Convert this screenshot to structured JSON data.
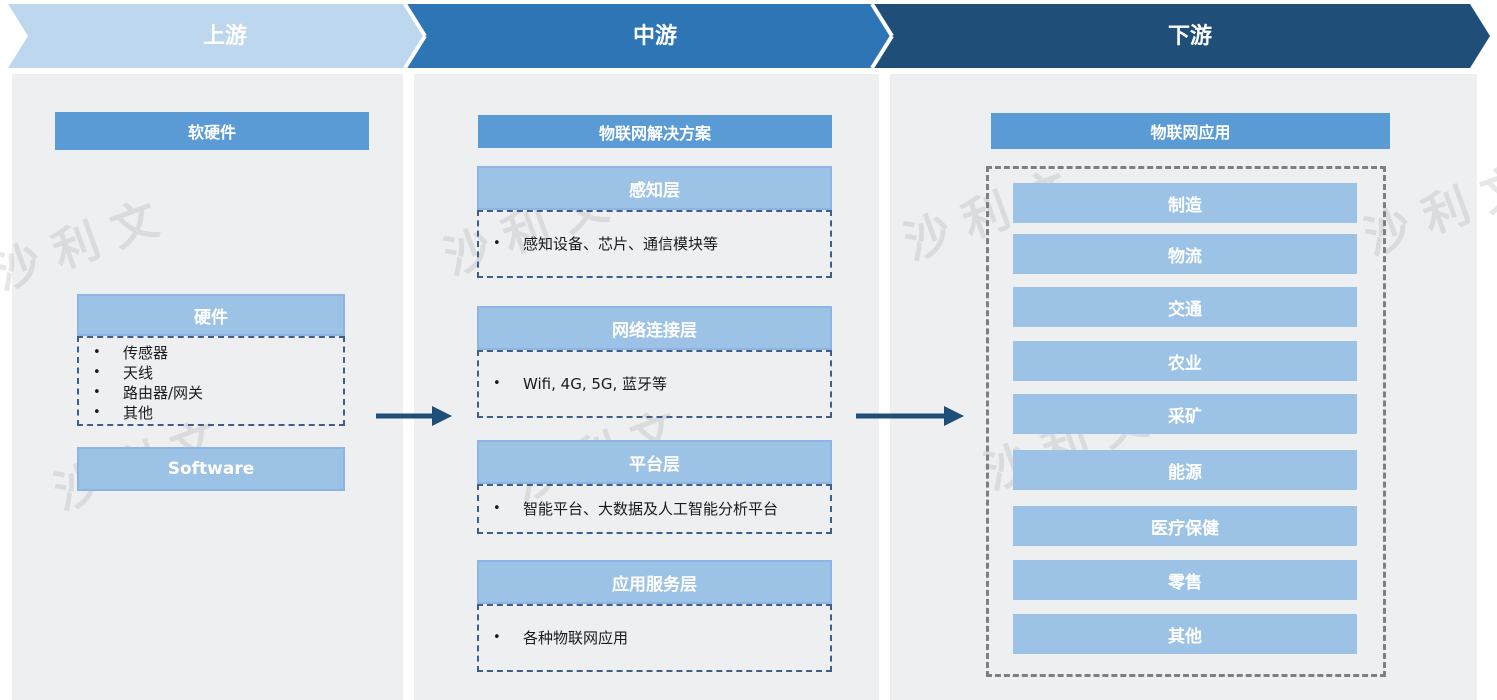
{
  "stages": {
    "upstream": "上游",
    "midstream": "中游",
    "downstream": "下游"
  },
  "colors": {
    "upstream_chevron": "#bdd7ee",
    "midstream_chevron": "#2e75b6",
    "downstream_chevron": "#1f4e79",
    "header_bar": "#5b9bd5",
    "sub_header": "#9cc2e5",
    "panel_bg": "#eeeff1",
    "dash_border": "#3f5f8a",
    "arrow": "#1f4e79"
  },
  "upstream": {
    "title": "软硬件",
    "hardware": {
      "title": "硬件",
      "items": [
        "传感器",
        "天线",
        "路由器/网关",
        "其他"
      ]
    },
    "software": "Software"
  },
  "midstream": {
    "title": "物联网解决方案",
    "layers": [
      {
        "title": "感知层",
        "item": "感知设备、芯片、通信模块等"
      },
      {
        "title": "网络连接层",
        "item": "Wifi, 4G, 5G, 蓝牙等"
      },
      {
        "title": "平台层",
        "item": "智能平台、大数据及人工智能分析平台"
      },
      {
        "title": "应用服务层",
        "item": "各种物联网应用"
      }
    ]
  },
  "downstream": {
    "title": "物联网应用",
    "items": [
      "制造",
      "物流",
      "交通",
      "农业",
      "采矿",
      "能源",
      "医疗保健",
      "零售",
      "其他"
    ]
  },
  "watermark": "沙 利 文"
}
